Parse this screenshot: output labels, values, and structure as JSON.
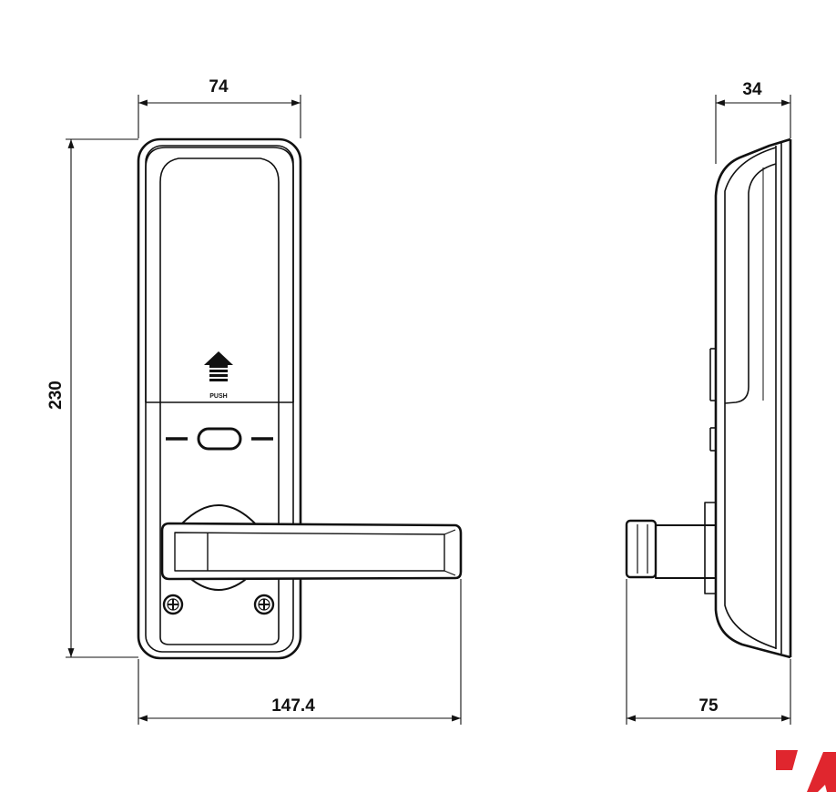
{
  "dimensions": {
    "front_width": "74",
    "front_height": "230",
    "front_total_width": "147.4",
    "side_depth": "34",
    "side_total_depth": "75"
  },
  "labels": {
    "push": "PUSH"
  },
  "colors": {
    "line": "#111111",
    "background": "#ffffff",
    "logo": "#e0262e"
  },
  "icons": {
    "push_button": "push-arrow-icon",
    "brand_logo": "brand-logo-icon"
  }
}
